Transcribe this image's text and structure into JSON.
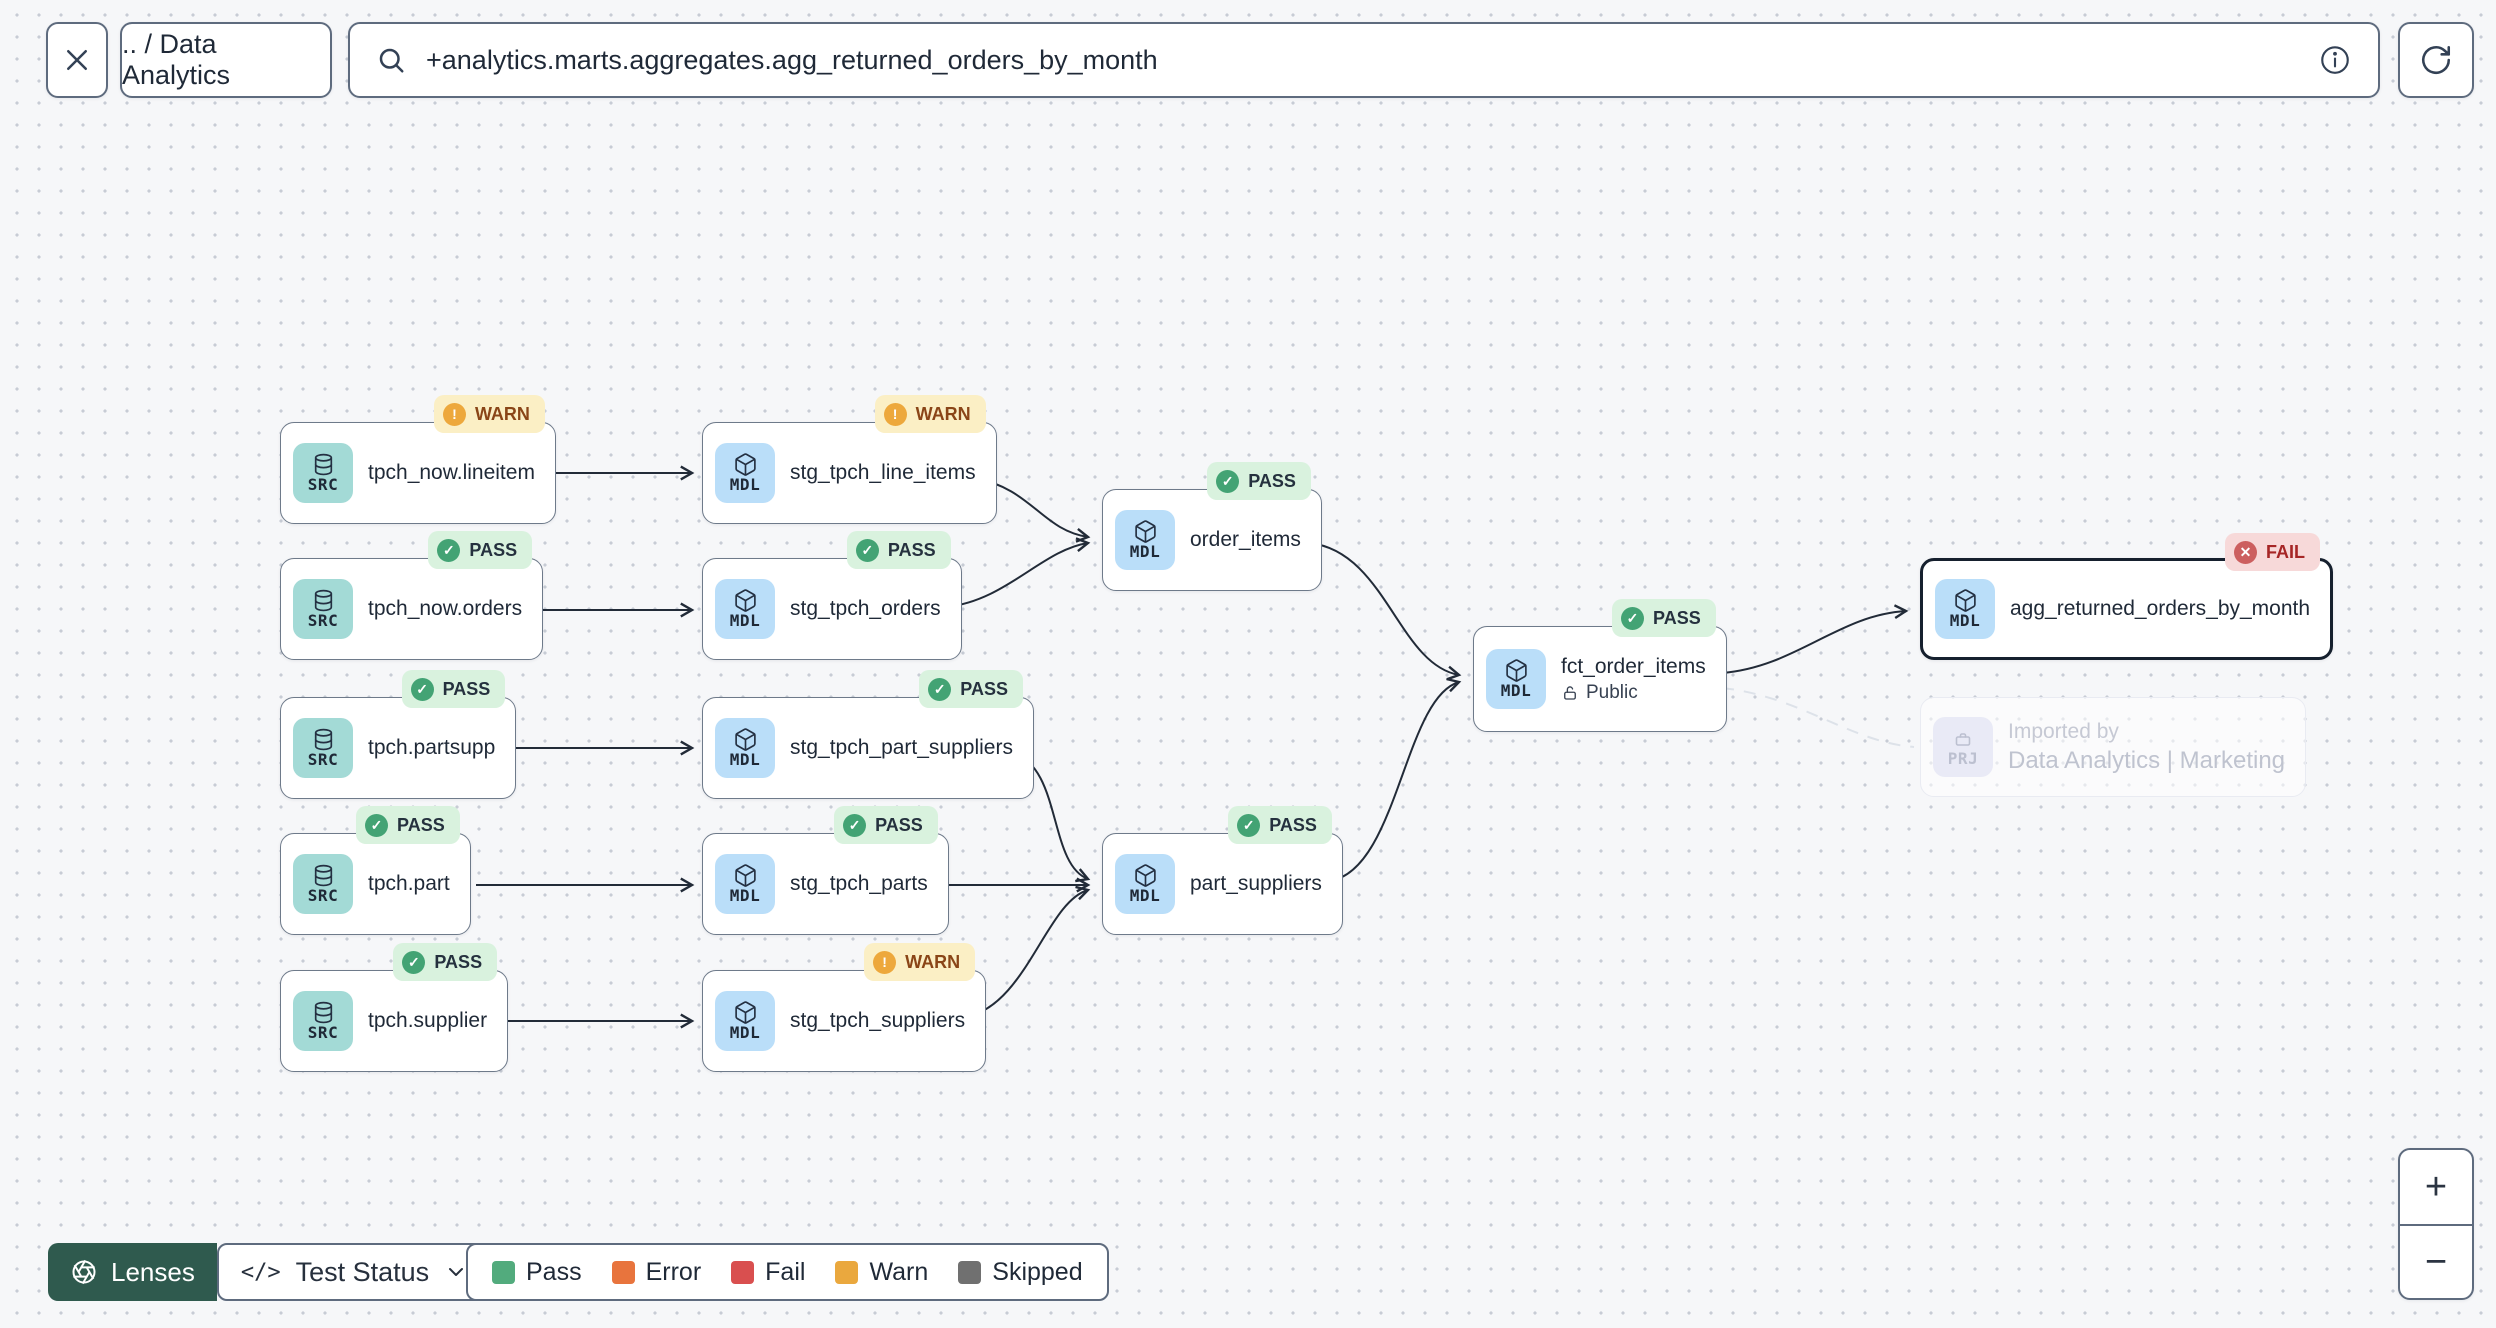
{
  "toolbar": {
    "breadcrumb": ".. / Data Analytics",
    "search_query": "+analytics.marts.aggregates.agg_returned_orders_by_month"
  },
  "graph": {
    "nodes": [
      {
        "id": "tpch_now.lineitem",
        "type": "SRC",
        "label": "tpch_now.lineitem",
        "status": "WARN"
      },
      {
        "id": "stg_tpch_line_items",
        "type": "MDL",
        "label": "stg_tpch_line_items",
        "status": "WARN"
      },
      {
        "id": "tpch_now.orders",
        "type": "SRC",
        "label": "tpch_now.orders",
        "status": "PASS"
      },
      {
        "id": "stg_tpch_orders",
        "type": "MDL",
        "label": "stg_tpch_orders",
        "status": "PASS"
      },
      {
        "id": "tpch.partsupp",
        "type": "SRC",
        "label": "tpch.partsupp",
        "status": "PASS"
      },
      {
        "id": "stg_tpch_part_suppliers",
        "type": "MDL",
        "label": "stg_tpch_part_suppliers",
        "status": "PASS"
      },
      {
        "id": "tpch.part",
        "type": "SRC",
        "label": "tpch.part",
        "status": "PASS"
      },
      {
        "id": "stg_tpch_parts",
        "type": "MDL",
        "label": "stg_tpch_parts",
        "status": "PASS"
      },
      {
        "id": "tpch.supplier",
        "type": "SRC",
        "label": "tpch.supplier",
        "status": "PASS"
      },
      {
        "id": "stg_tpch_suppliers",
        "type": "MDL",
        "label": "stg_tpch_suppliers",
        "status": "WARN"
      },
      {
        "id": "order_items",
        "type": "MDL",
        "label": "order_items",
        "status": "PASS"
      },
      {
        "id": "part_suppliers",
        "type": "MDL",
        "label": "part_suppliers",
        "status": "PASS"
      },
      {
        "id": "fct_order_items",
        "type": "MDL",
        "label": "fct_order_items",
        "status": "PASS",
        "access": "Public"
      },
      {
        "id": "agg_returned_orders_by_month",
        "type": "MDL",
        "label": "agg_returned_orders_by_month",
        "status": "FAIL",
        "selected": true
      },
      {
        "id": "imported_by_marketing",
        "type": "PRJ",
        "label": "Imported by",
        "sublabel": "Data Analytics | Marketing",
        "ghost": true
      }
    ],
    "edges": [
      {
        "from": "tpch_now.lineitem",
        "to": "stg_tpch_line_items",
        "style": "solid"
      },
      {
        "from": "tpch_now.orders",
        "to": "stg_tpch_orders",
        "style": "solid"
      },
      {
        "from": "tpch.partsupp",
        "to": "stg_tpch_part_suppliers",
        "style": "solid"
      },
      {
        "from": "tpch.part",
        "to": "stg_tpch_parts",
        "style": "solid"
      },
      {
        "from": "tpch.supplier",
        "to": "stg_tpch_suppliers",
        "style": "solid"
      },
      {
        "from": "stg_tpch_line_items",
        "to": "order_items",
        "style": "solid"
      },
      {
        "from": "stg_tpch_orders",
        "to": "order_items",
        "style": "solid"
      },
      {
        "from": "stg_tpch_part_suppliers",
        "to": "part_suppliers",
        "style": "solid"
      },
      {
        "from": "stg_tpch_parts",
        "to": "part_suppliers",
        "style": "solid"
      },
      {
        "from": "stg_tpch_suppliers",
        "to": "part_suppliers",
        "style": "solid"
      },
      {
        "from": "order_items",
        "to": "fct_order_items",
        "style": "solid"
      },
      {
        "from": "part_suppliers",
        "to": "fct_order_items",
        "style": "solid"
      },
      {
        "from": "fct_order_items",
        "to": "agg_returned_orders_by_month",
        "style": "solid"
      },
      {
        "from": "fct_order_items",
        "to": "imported_by_marketing",
        "style": "dashed"
      }
    ]
  },
  "footer": {
    "lenses_label": "Lenses",
    "lens_selected": "Test Status",
    "code_glyph": "</>",
    "legend": [
      {
        "label": "Pass",
        "color": "#52ab7d"
      },
      {
        "label": "Error",
        "color": "#e8743d"
      },
      {
        "label": "Fail",
        "color": "#d94f4f"
      },
      {
        "label": "Warn",
        "color": "#eaa83e"
      },
      {
        "label": "Skipped",
        "color": "#707070"
      }
    ]
  },
  "zoom_controls": {
    "zoom_in": "+",
    "zoom_out": "−"
  }
}
